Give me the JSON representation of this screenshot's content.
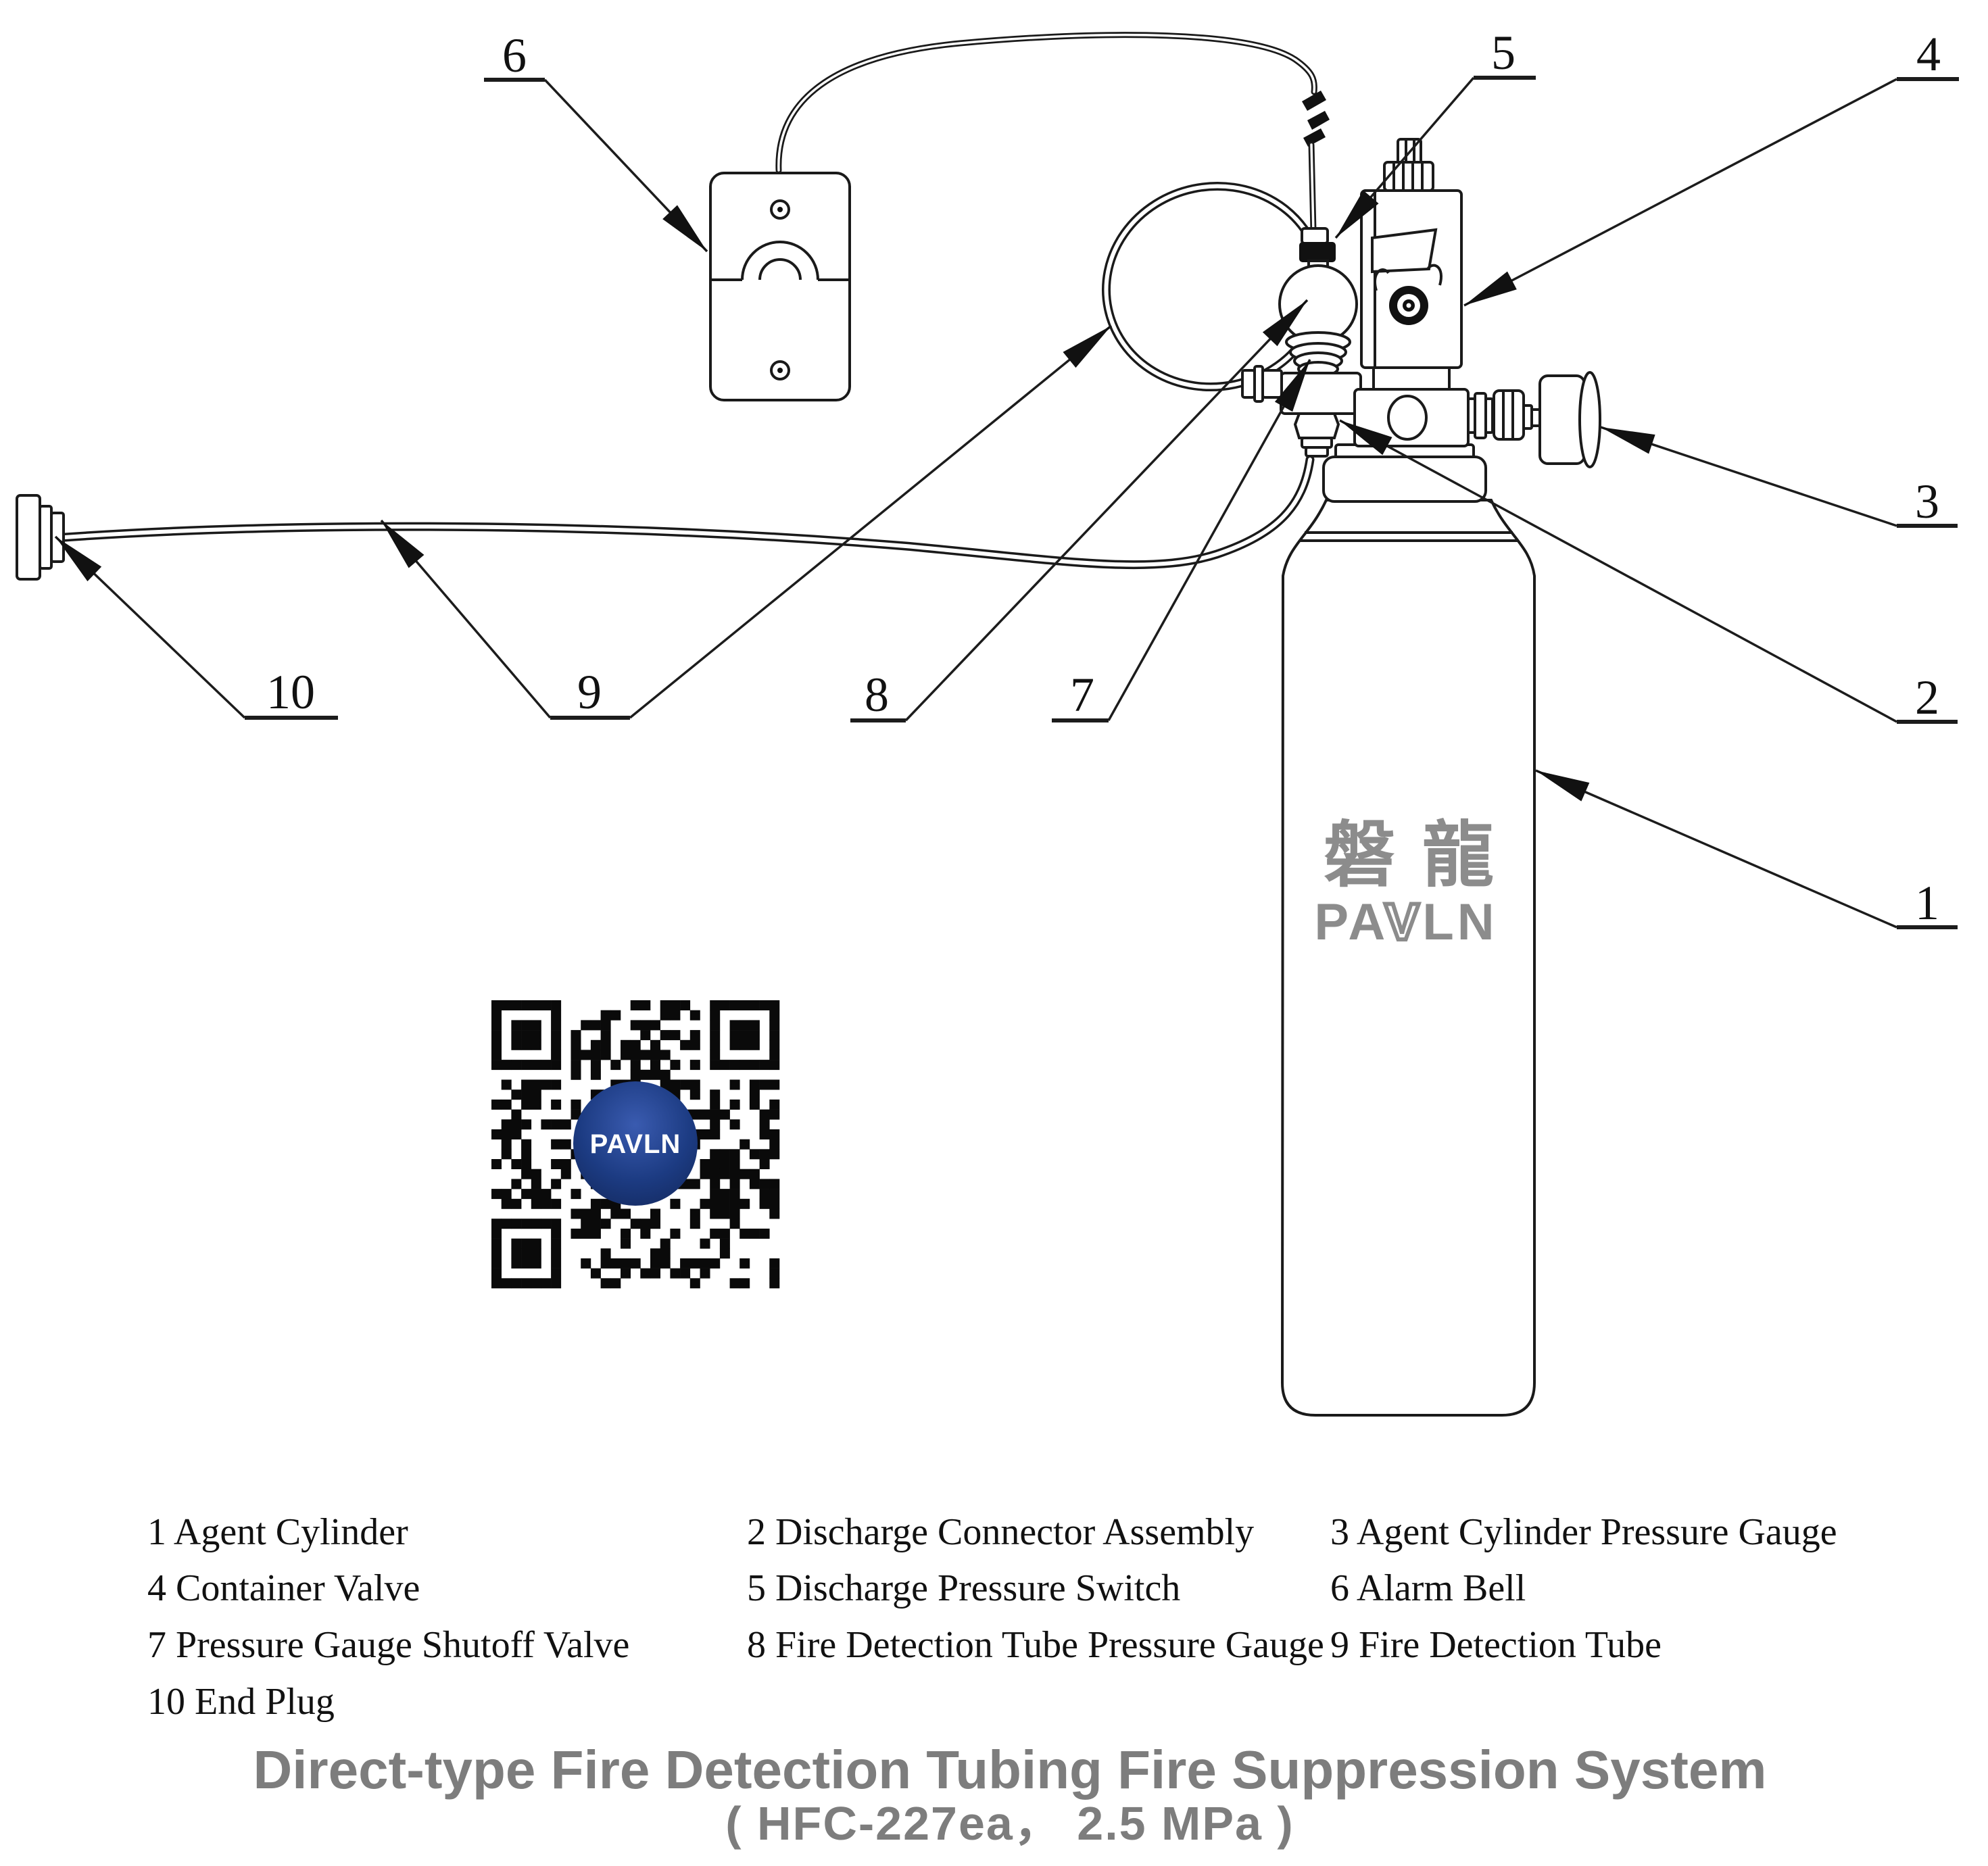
{
  "title": {
    "line1": "Direct-type Fire Detection Tubing Fire Suppression System",
    "line2": "( HFC-227ea，  2.5 MPa )",
    "color": "#7d7d7d"
  },
  "legend": {
    "items": [
      {
        "text": "1 Agent Cylinder"
      },
      {
        "text": "2 Discharge Connector Assembly"
      },
      {
        "text": "3 Agent Cylinder Pressure Gauge"
      },
      {
        "text": "4 Container Valve"
      },
      {
        "text": "5 Discharge Pressure Switch"
      },
      {
        "text": "6 Alarm Bell"
      },
      {
        "text": "7 Pressure Gauge Shutoff Valve"
      },
      {
        "text": "8 Fire Detection Tube Pressure Gauge"
      },
      {
        "text": "9 Fire Detection Tube"
      },
      {
        "text": "10 End Plug"
      }
    ]
  },
  "diagram": {
    "callouts": [
      {
        "n": "1"
      },
      {
        "n": "2"
      },
      {
        "n": "3"
      },
      {
        "n": "4"
      },
      {
        "n": "5"
      },
      {
        "n": "6"
      },
      {
        "n": "7"
      },
      {
        "n": "8"
      },
      {
        "n": "9"
      },
      {
        "n": "10"
      }
    ]
  },
  "cylinder": {
    "brand_cjk": "磐龍",
    "brand_latin": "PAVLN",
    "brand_parts": {
      "p1": "PA",
      "v": "V",
      "p2": "LN"
    },
    "brand_color": "#8c8c8c"
  },
  "qr": {
    "logo_text": "PAVLN",
    "logo_color": "#1c3b82"
  }
}
